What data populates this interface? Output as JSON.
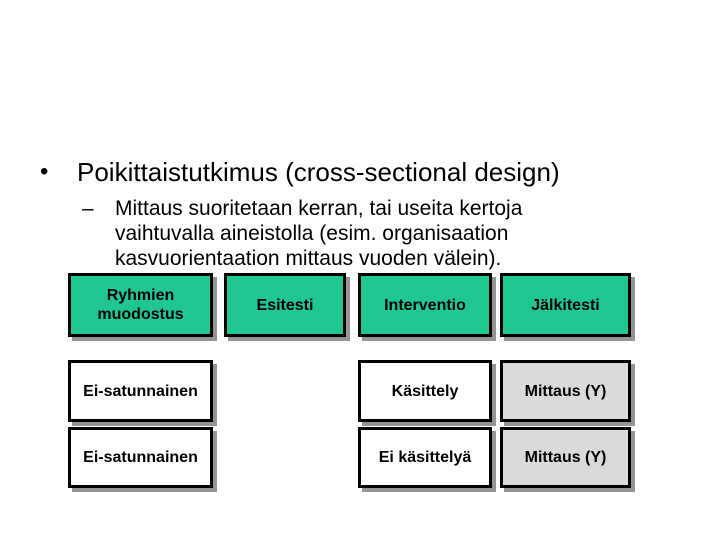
{
  "slide": {
    "bullet": {
      "marker": "•",
      "title": "Poikittaistutkimus (cross-sectional design)"
    },
    "sub_bullet": {
      "marker": "–",
      "text": "Mittaus suoritetaan kerran, tai useita kertoja\nvaihtuvalla aineistolla (esim. organisaation\nkasvuorientaation mittaus vuoden välein)."
    },
    "diagram": {
      "header": {
        "col1": "Ryhmien muodostus",
        "col2": "Esitesti",
        "col3": "Interventio",
        "col4": "Jälkitesti"
      },
      "row1": {
        "col1": "Ei-satunnainen",
        "col3": "Käsittely",
        "col4": "Mittaus (Y)"
      },
      "row2": {
        "col1": "Ei-satunnainen",
        "col3": "Ei käsittelyä",
        "col4": "Mittaus (Y)"
      }
    }
  },
  "colors": {
    "box_green": "#20C793",
    "box_gray": "#DADADA",
    "box_white": "#FFFFFF",
    "box_border": "#000000",
    "box_shadow": "#949494"
  }
}
